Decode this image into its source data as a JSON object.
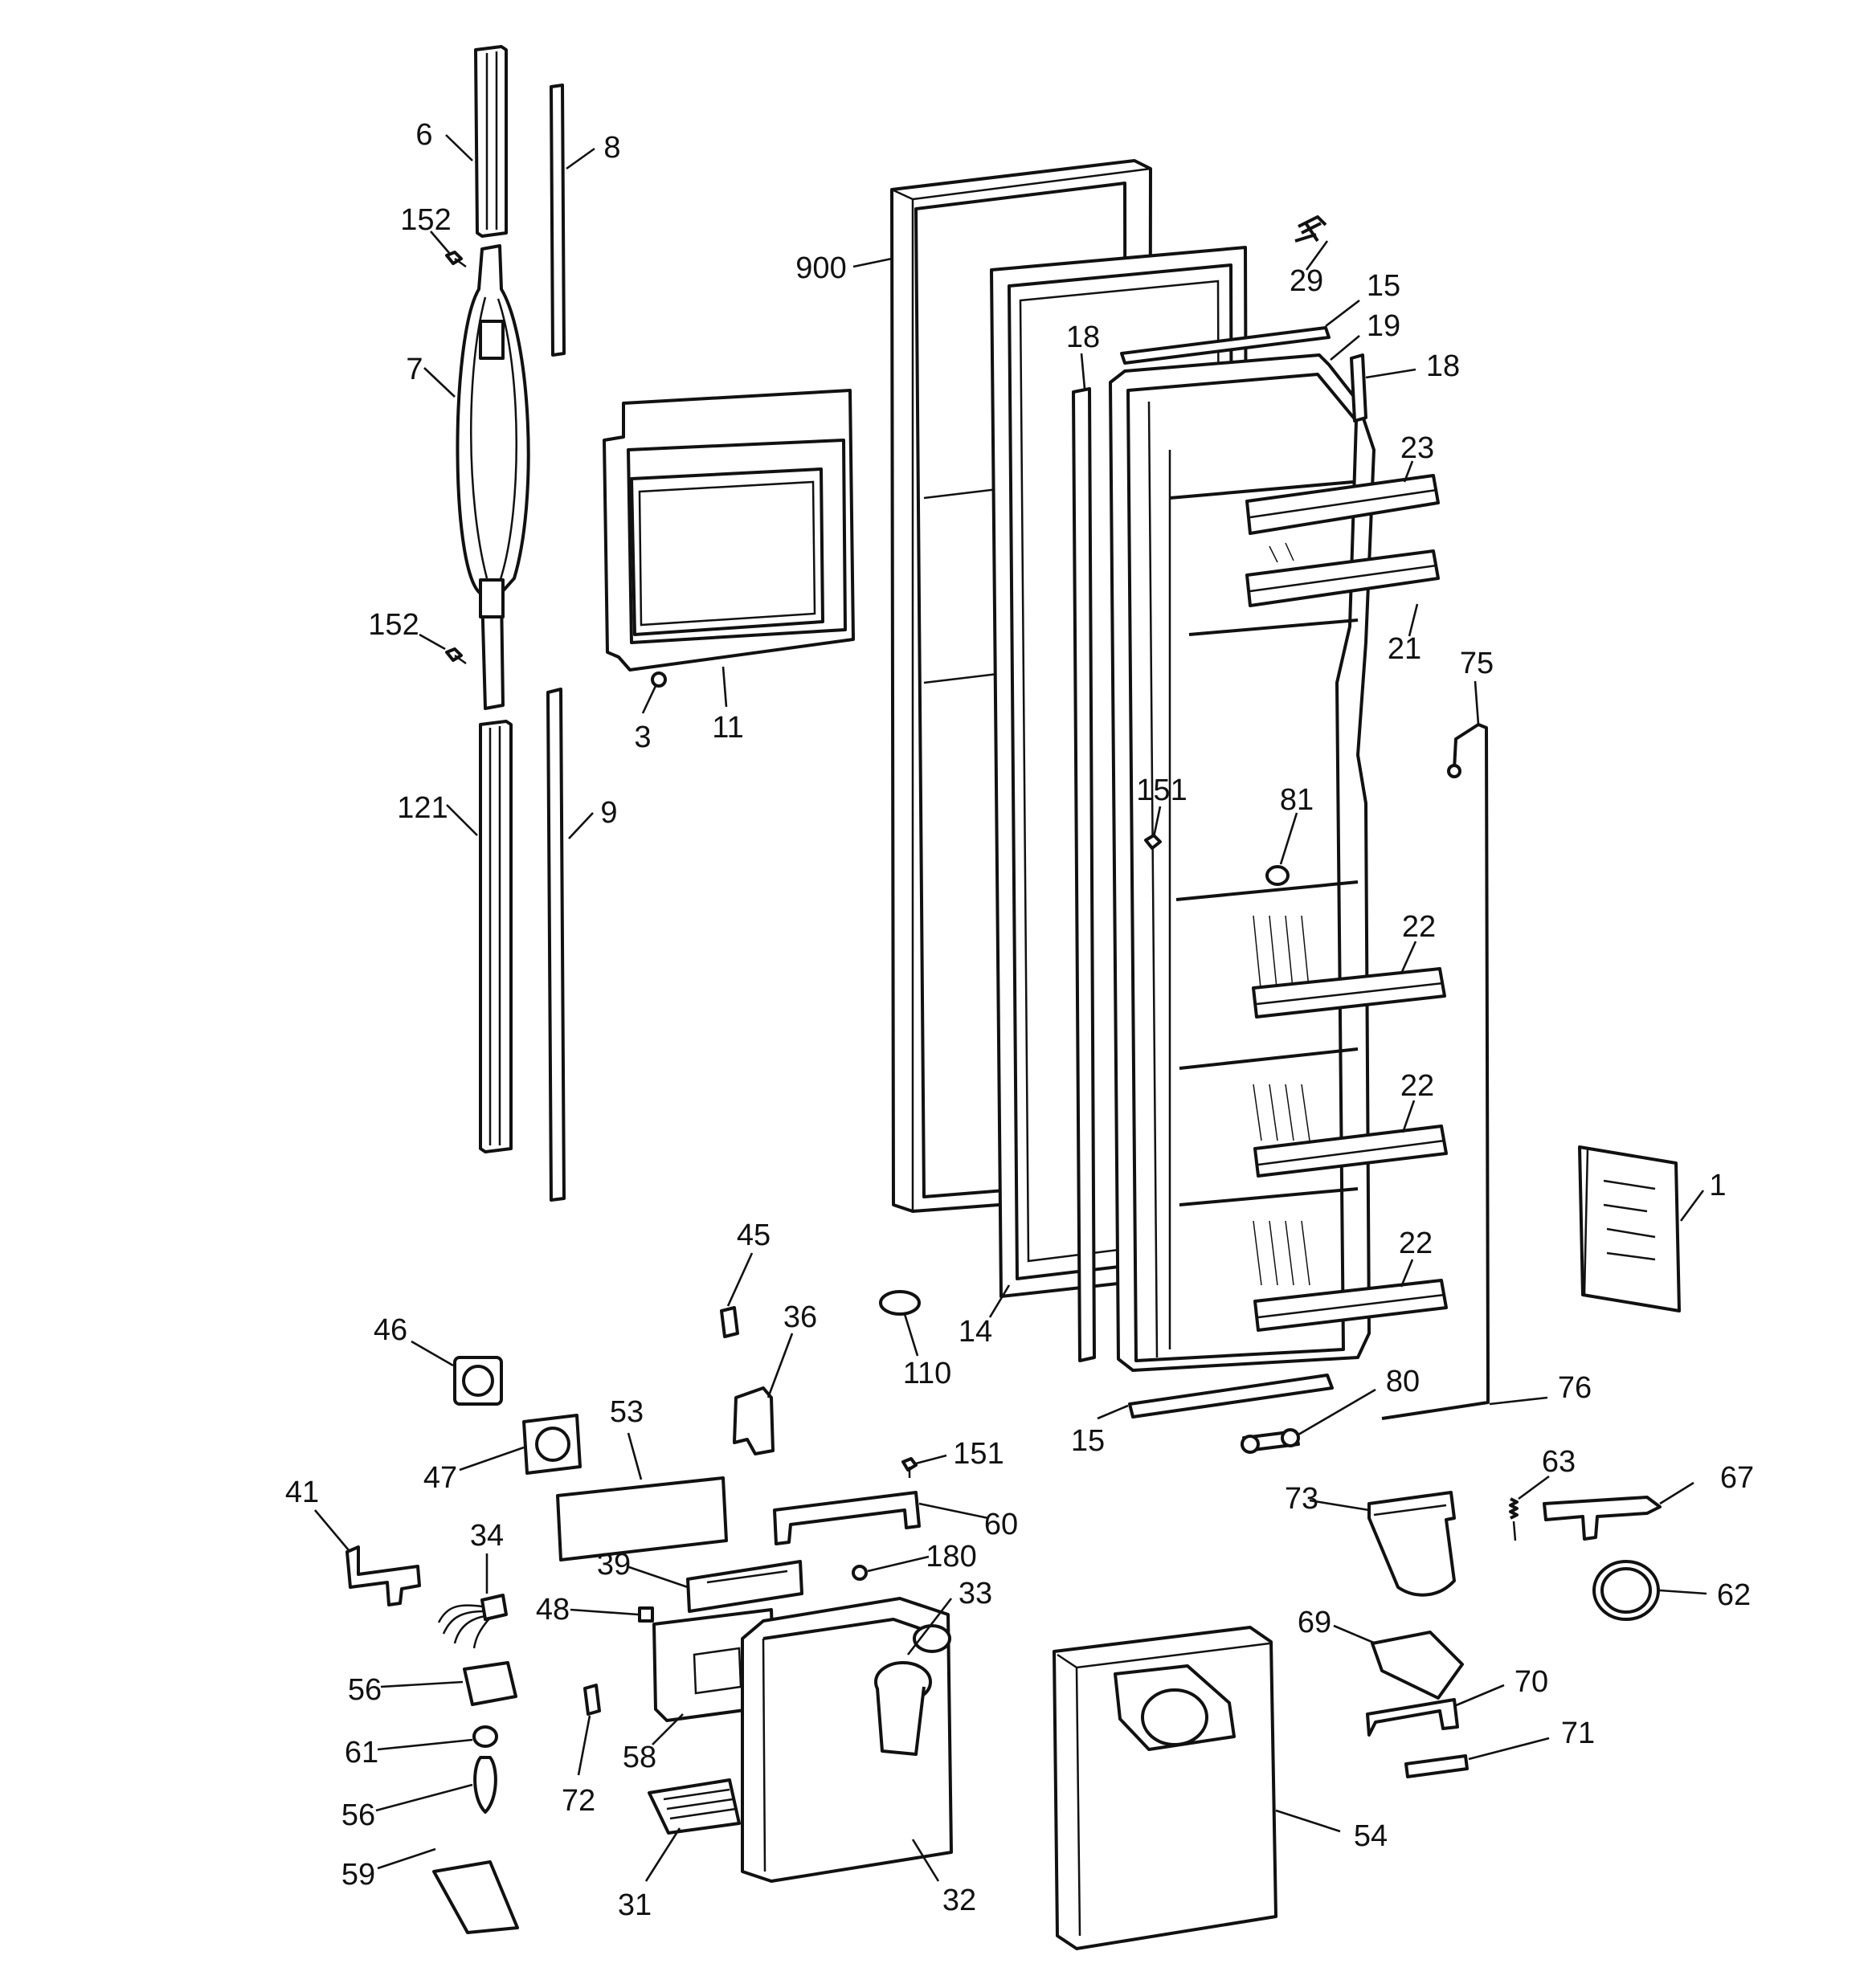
{
  "diagram": {
    "labels": [
      {
        "id": "6",
        "text": "6"
      },
      {
        "id": "8",
        "text": "8"
      },
      {
        "id": "152a",
        "text": "152"
      },
      {
        "id": "7",
        "text": "7"
      },
      {
        "id": "152b",
        "text": "152"
      },
      {
        "id": "121",
        "text": "121"
      },
      {
        "id": "9",
        "text": "9"
      },
      {
        "id": "3",
        "text": "3"
      },
      {
        "id": "11",
        "text": "11"
      },
      {
        "id": "900",
        "text": "900"
      },
      {
        "id": "18a",
        "text": "18"
      },
      {
        "id": "29",
        "text": "29"
      },
      {
        "id": "15a",
        "text": "15"
      },
      {
        "id": "19",
        "text": "19"
      },
      {
        "id": "18b",
        "text": "18"
      },
      {
        "id": "23",
        "text": "23"
      },
      {
        "id": "21",
        "text": "21"
      },
      {
        "id": "75",
        "text": "75"
      },
      {
        "id": "151a",
        "text": "151"
      },
      {
        "id": "81",
        "text": "81"
      },
      {
        "id": "22a",
        "text": "22"
      },
      {
        "id": "22b",
        "text": "22"
      },
      {
        "id": "22c",
        "text": "22"
      },
      {
        "id": "1",
        "text": "1"
      },
      {
        "id": "45",
        "text": "45"
      },
      {
        "id": "36",
        "text": "36"
      },
      {
        "id": "110",
        "text": "110"
      },
      {
        "id": "14",
        "text": "14"
      },
      {
        "id": "46",
        "text": "46"
      },
      {
        "id": "80",
        "text": "80"
      },
      {
        "id": "76",
        "text": "76"
      },
      {
        "id": "15b",
        "text": "15"
      },
      {
        "id": "53",
        "text": "53"
      },
      {
        "id": "47",
        "text": "47"
      },
      {
        "id": "151b",
        "text": "151"
      },
      {
        "id": "41",
        "text": "41"
      },
      {
        "id": "60",
        "text": "60"
      },
      {
        "id": "63",
        "text": "63"
      },
      {
        "id": "67",
        "text": "67"
      },
      {
        "id": "73",
        "text": "73"
      },
      {
        "id": "34",
        "text": "34"
      },
      {
        "id": "180",
        "text": "180"
      },
      {
        "id": "39",
        "text": "39"
      },
      {
        "id": "33",
        "text": "33"
      },
      {
        "id": "62",
        "text": "62"
      },
      {
        "id": "48",
        "text": "48"
      },
      {
        "id": "69",
        "text": "69"
      },
      {
        "id": "56a",
        "text": "56"
      },
      {
        "id": "70",
        "text": "70"
      },
      {
        "id": "61",
        "text": "61"
      },
      {
        "id": "58",
        "text": "58"
      },
      {
        "id": "71",
        "text": "71"
      },
      {
        "id": "72",
        "text": "72"
      },
      {
        "id": "56b",
        "text": "56"
      },
      {
        "id": "54",
        "text": "54"
      },
      {
        "id": "59",
        "text": "59"
      },
      {
        "id": "31",
        "text": "31"
      },
      {
        "id": "32",
        "text": "32"
      }
    ]
  }
}
